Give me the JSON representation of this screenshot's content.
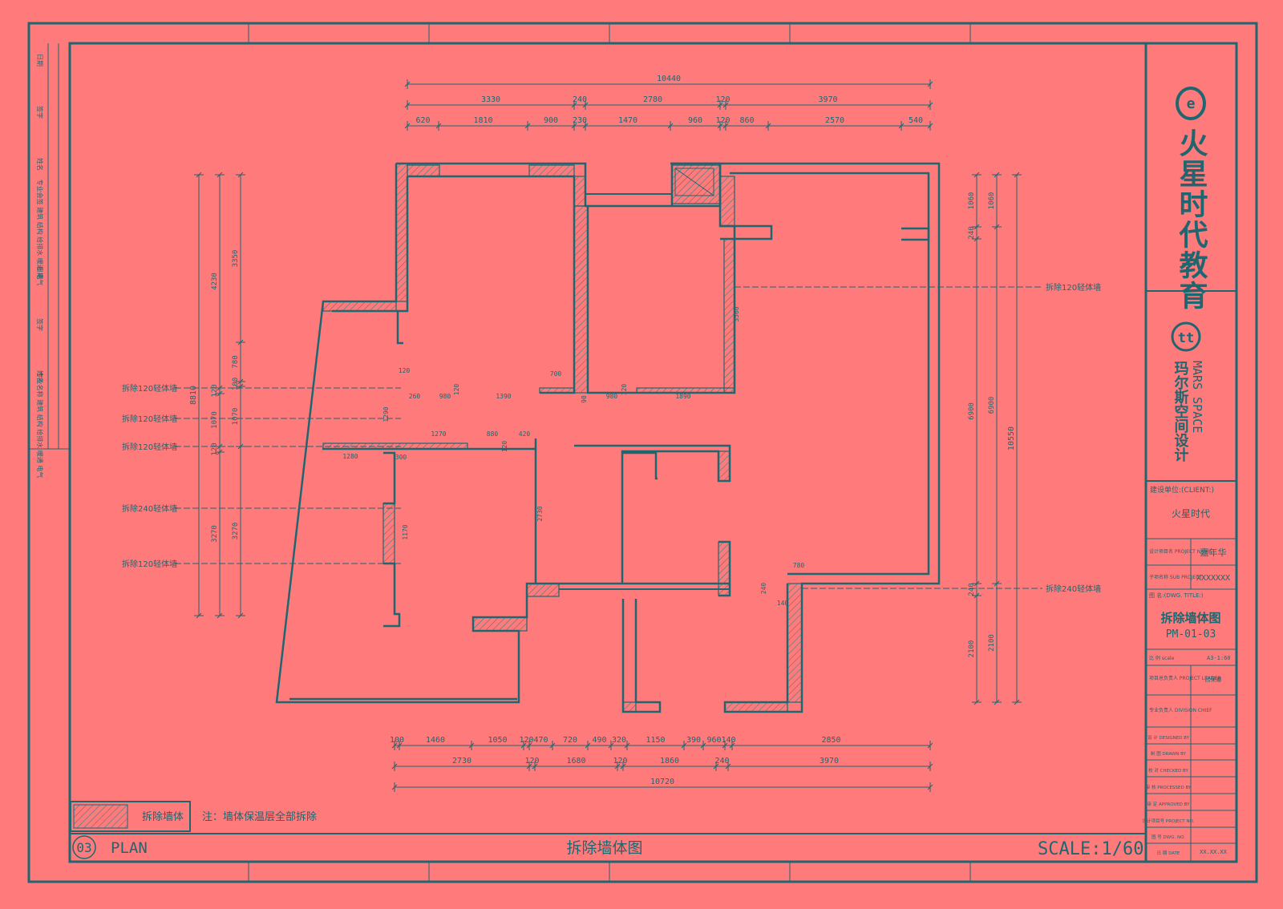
{
  "colors": {
    "background": "#ff7b7b",
    "line": "#1f6670",
    "hatch": "#2a7a80"
  },
  "title_block": {
    "company_cn": "火星时代教育",
    "mars_en": "MARS SPACE",
    "mars_cn": "玛尔斯空间设计",
    "mars_icon": "tt",
    "client_label": "建设单位:(CLIENT:)",
    "client_value": "火星时代",
    "project_name_label": "设计项目名 PROJECT NAME",
    "project_name_value": "嘉年华",
    "sub_project_label": "子项名称 SUB PROJECT",
    "sub_project_value": "XXXXXXX",
    "dwg_label": "图 名:(DWG. TITLE:)",
    "dwg_title": "拆除墙体图",
    "dwg_no": "PM-01-03",
    "scale_label": "比 例 scale",
    "scale_value": "A3-1:60",
    "leader_label": "项目总负责人 PROJECT LEADER",
    "leader_value": "吕荣娜",
    "chief_label": "专业负责人 DIVISION CHIEF",
    "rows": [
      "设 计 DESIGNED BY",
      "制 图 DRAWN BY",
      "校 对 CHECKED BY",
      "审 核 PROCESSED BY",
      "审 定 APPROVED BY",
      "设计项目号 PROJECT NO.",
      "图 号 DWG. NO.",
      "日 期 DATE"
    ],
    "date_value": "XX.XX.XX"
  },
  "left_strip": [
    "日期",
    "签字",
    "姓名",
    "专业会签 建筑 结构 给排水 暖通 电气",
    "日期",
    "签字",
    "姓名",
    "专业名称 建筑 结构 给排水 暖通 电气"
  ],
  "footer": {
    "num": "03",
    "plan": "PLAN",
    "title": "拆除墙体图",
    "scale": "SCALE:1/60"
  },
  "legend": {
    "label": "拆除墙体",
    "note": "注：墙体保温层全部拆除"
  },
  "dims_top": {
    "total": "10440",
    "row2": [
      "3330",
      "240",
      "2780",
      "120",
      "3970"
    ],
    "row3": [
      "620",
      "1810",
      "900",
      "230",
      "1470",
      "960",
      "120",
      "860",
      "2570",
      "540"
    ]
  },
  "dims_bottom": {
    "row1": [
      "100",
      "1460",
      "1050",
      "120",
      "470",
      "720",
      "490",
      "320",
      "1150",
      "390",
      "960",
      "140",
      "2850"
    ],
    "row2": [
      "2730",
      "120",
      "1680",
      "120",
      "1860",
      "240",
      "3970"
    ],
    "total": "10720"
  },
  "dims_left": {
    "total": "8810",
    "col1": [
      "4230",
      "120",
      "1070",
      "120",
      "3270"
    ],
    "col2": [
      "3350",
      "780",
      "100",
      "1070",
      "3270"
    ]
  },
  "dims_right": {
    "total": "10550",
    "col1": [
      "1060",
      "240",
      "6900",
      "240",
      "2100"
    ],
    "col2": [
      "1060",
      "6900",
      "2100"
    ]
  },
  "annotations_left": [
    "拆除120轻体墙",
    "拆除120轻体墙",
    "拆除120轻体墙",
    "拆除240轻体墙",
    "拆除120轻体墙"
  ],
  "annotations_right": [
    "拆除120轻体墙",
    "拆除240轻体墙"
  ],
  "inner_dims": [
    "120",
    "260",
    "980",
    "120",
    "1390",
    "700",
    "90",
    "980",
    "120",
    "1890",
    "3560",
    "1290",
    "1270",
    "880",
    "120",
    "420",
    "1280",
    "300",
    "1170",
    "2730",
    "780",
    "240",
    "140"
  ]
}
